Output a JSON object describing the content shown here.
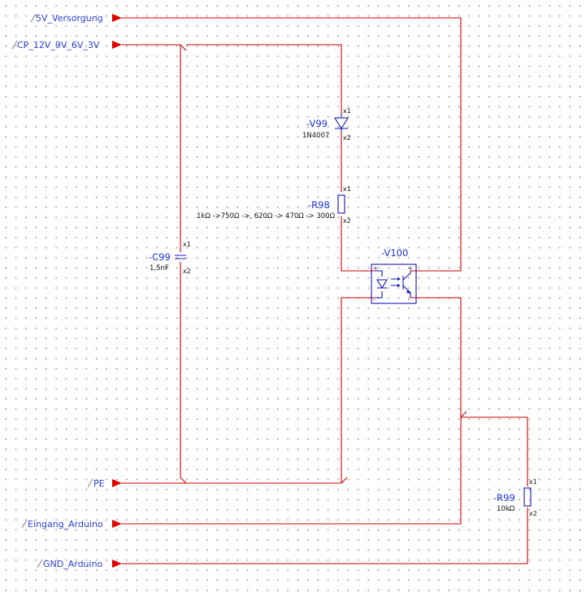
{
  "nets": {
    "supply_5v": "5V_Versorgung",
    "cp": "CP_12V_9V_6V_3V",
    "pe": "PE",
    "input": "Eingang_Arduino",
    "gnd": "GND_Arduino"
  },
  "components": {
    "v99": {
      "ref": "-V99",
      "value": "1N4007",
      "pin1": "x1",
      "pin2": "x2"
    },
    "r98": {
      "ref": "-R98",
      "value": "1kΩ ->750Ω ->, 620Ω -> 470Ω -> 300Ω",
      "pin1": "x1",
      "pin2": "x2"
    },
    "c99": {
      "ref": "-C99",
      "value": "1,5nF",
      "pin1": "x1",
      "pin2": "x2"
    },
    "v100": {
      "ref": "-V100"
    },
    "r99": {
      "ref": "-R99",
      "value": "10kΩ",
      "pin1": "x1",
      "pin2": "x2"
    }
  },
  "colors": {
    "wire": "#cc0000",
    "component": "#1414b4",
    "label": "#2a3fd8"
  }
}
